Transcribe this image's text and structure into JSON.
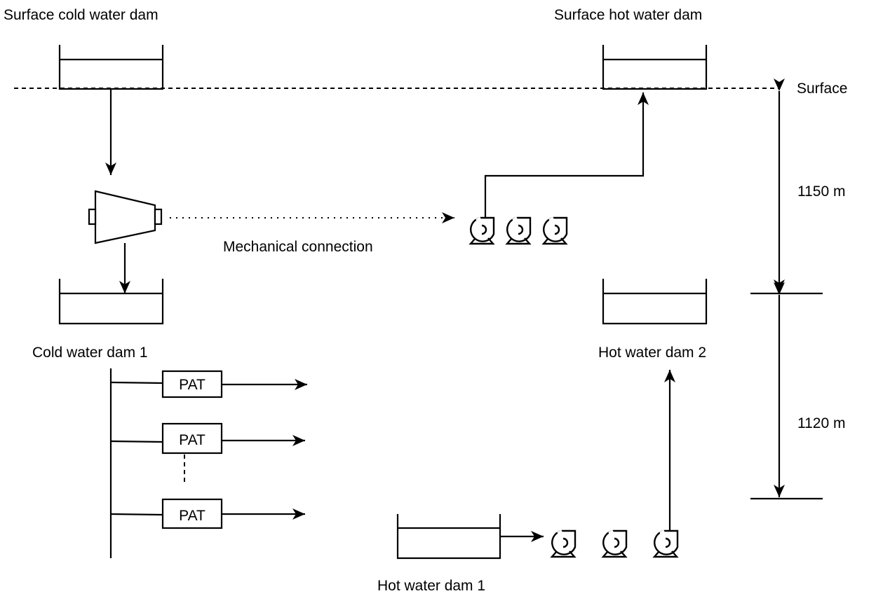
{
  "diagram": {
    "title": "Underground pumped hydro system schematic",
    "colors": {
      "stroke": "#000000",
      "background": "#ffffff"
    },
    "labels": {
      "surface_cold_dam": "Surface cold water dam",
      "surface_hot_dam": "Surface hot water dam",
      "surface_level": "Surface",
      "cold_dam_1": "Cold water dam 1",
      "hot_dam_2": "Hot water dam 2",
      "hot_dam_1": "Hot water dam 1",
      "mechanical_connection": "Mechanical connection",
      "depth_upper": "1150 m",
      "depth_lower": "1120 m"
    },
    "pat_units": [
      {
        "label": "PAT"
      },
      {
        "label": "PAT"
      },
      {
        "label": "PAT"
      }
    ],
    "upper_pump_count": 3,
    "lower_pump_count": 3,
    "icons": {
      "turbine": "turbine-icon",
      "pump": "centrifugal-pump-icon",
      "reservoir": "reservoir-icon"
    }
  }
}
